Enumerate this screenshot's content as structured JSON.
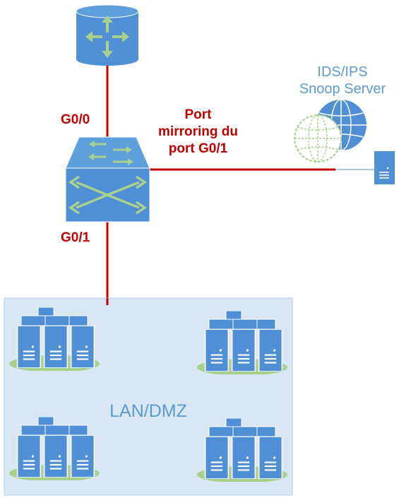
{
  "labels": {
    "g00": "G0/0",
    "g01": "G0/1",
    "mirroring_line1": "Port",
    "mirroring_line2": "mirroring du",
    "mirroring_line3": "port G0/1",
    "ids_line1": "IDS/IPS",
    "ids_line2": "Snoop Server",
    "zone": "LAN/DMZ"
  },
  "colors": {
    "link": "#c00000",
    "device_blue": "#4f8fd6",
    "device_light": "#5ea0dc",
    "arrow_green": "#a9d18e",
    "zone_fill": "#d9e7f4",
    "zone_border": "#b8cfe8",
    "ellipse_green": "#a9d18e",
    "label_blue": "#5b9bd5"
  },
  "icons": {
    "router": "router-icon",
    "switch": "switch-icon",
    "ids_server": "ids-server-icon",
    "globe": "globe-icon",
    "server_group": "server-cluster-icon"
  }
}
